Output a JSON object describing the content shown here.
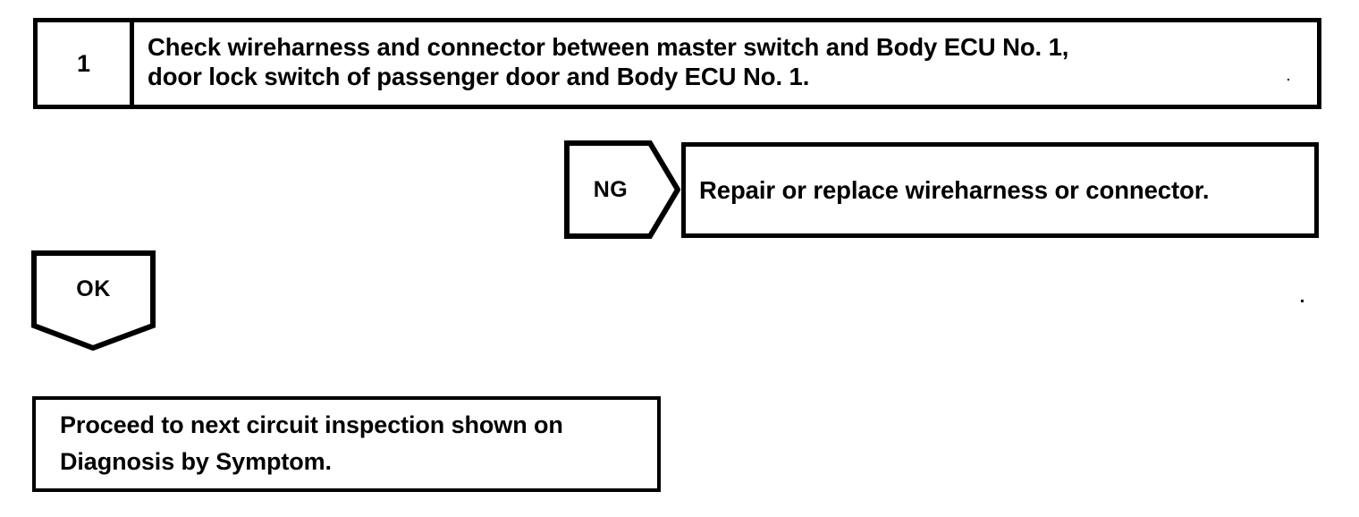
{
  "document": {
    "type": "automotive-troubleshooting-flowchart",
    "ink_color": "#000000",
    "background_color": "#ffffff"
  },
  "step": {
    "number": "1",
    "instruction_lines": [
      "Check wireharness and connector between master switch and Body ECU No. 1,",
      "door lock switch of passenger door and Body ECU No. 1."
    ]
  },
  "branches": {
    "ng": {
      "label": "NG",
      "shape": "pentagon-right",
      "result": {
        "text": "Repair or replace wireharness or connector."
      }
    },
    "ok": {
      "label": "OK",
      "shape": "pentagon-down",
      "result": {
        "lines": [
          "Proceed to next circuit inspection shown on",
          "Diagnosis by Symptom."
        ]
      }
    }
  }
}
